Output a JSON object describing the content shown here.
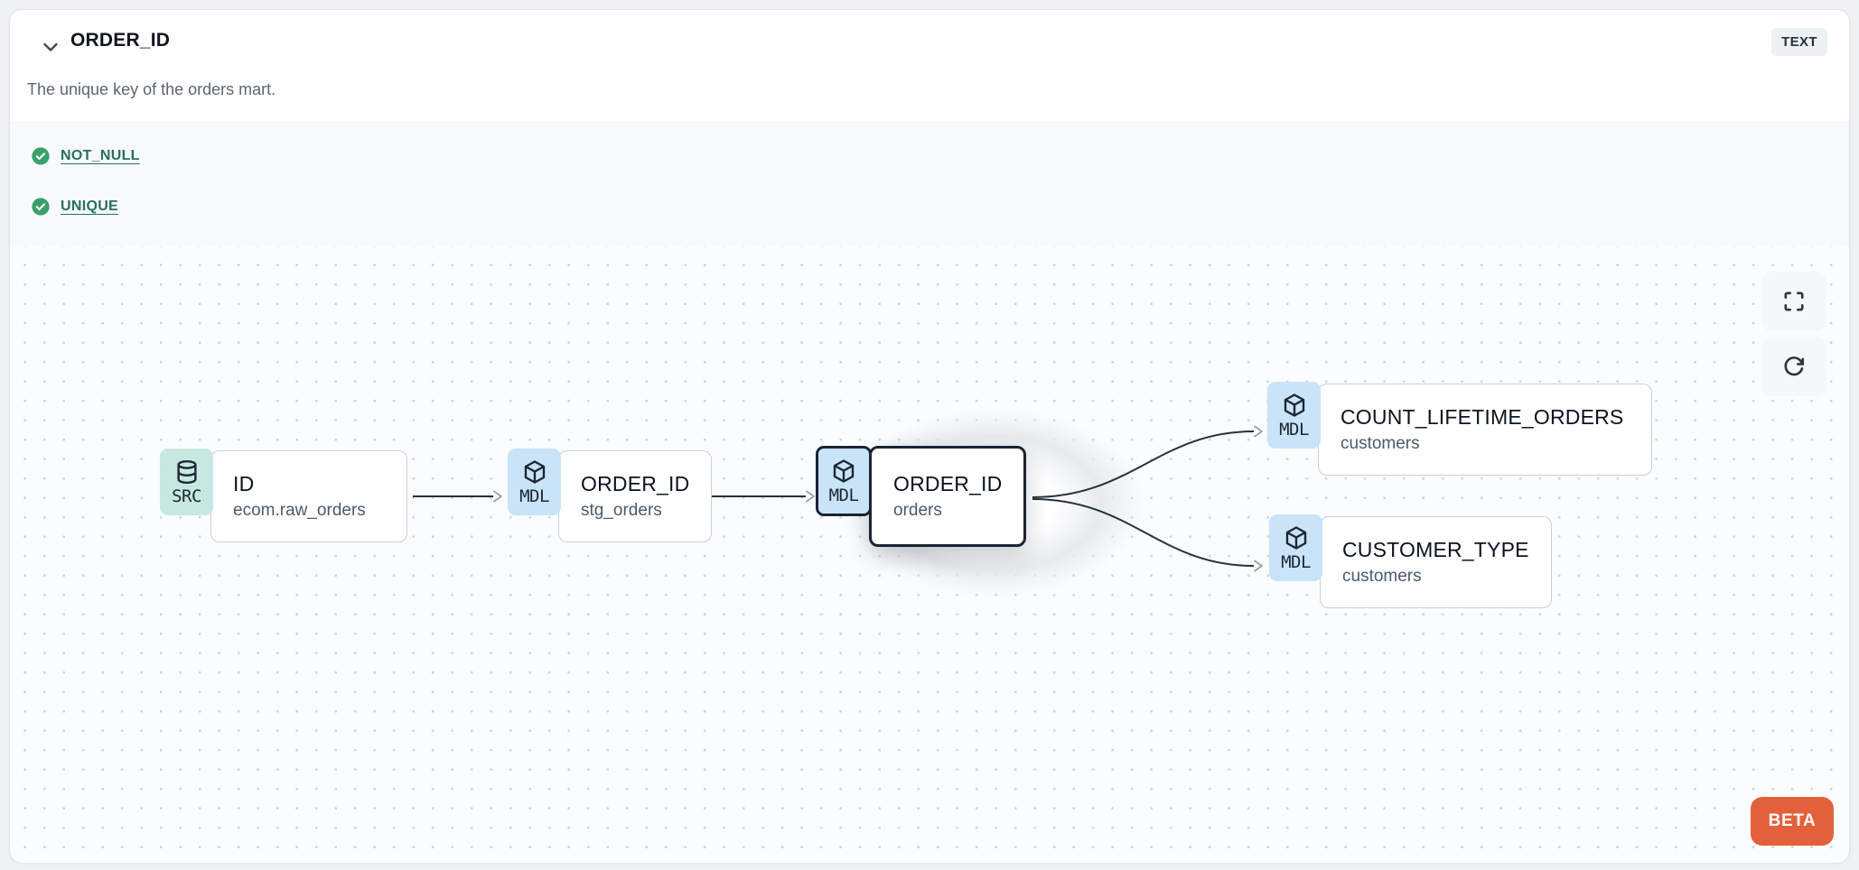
{
  "header": {
    "title": "ORDER_ID",
    "type_badge": "TEXT",
    "description": "The unique key of the orders mart.",
    "collapse_icon": "chevron-down"
  },
  "tests": {
    "items": [
      {
        "icon": "check-circle",
        "status": "pass",
        "label": "NOT_NULL"
      },
      {
        "icon": "check-circle",
        "status": "pass",
        "label": "UNIQUE"
      }
    ]
  },
  "lineage": {
    "nodes": [
      {
        "badge": "SRC",
        "icon": "database",
        "title": "ID",
        "subtitle": "ecom.raw_orders",
        "selected": false
      },
      {
        "badge": "MDL",
        "icon": "cube",
        "title": "ORDER_ID",
        "subtitle": "stg_orders",
        "selected": false
      },
      {
        "badge": "MDL",
        "icon": "cube",
        "title": "ORDER_ID",
        "subtitle": "orders",
        "selected": true
      },
      {
        "badge": "MDL",
        "icon": "cube",
        "title": "COUNT_LIFETIME_ORDERS",
        "subtitle": "customers",
        "selected": false
      },
      {
        "badge": "MDL",
        "icon": "cube",
        "title": "CUSTOMER_TYPE",
        "subtitle": "customers",
        "selected": false
      }
    ],
    "edges": [
      {
        "from": "ID (ecom.raw_orders)",
        "to": "ORDER_ID (stg_orders)"
      },
      {
        "from": "ORDER_ID (stg_orders)",
        "to": "ORDER_ID (orders)"
      },
      {
        "from": "ORDER_ID (orders)",
        "to": "COUNT_LIFETIME_ORDERS (customers)"
      },
      {
        "from": "ORDER_ID (orders)",
        "to": "CUSTOMER_TYPE (customers)"
      }
    ],
    "controls": [
      {
        "icon": "maximize"
      },
      {
        "icon": "refresh"
      }
    ],
    "beta_label": "BETA"
  },
  "colors": {
    "src_badge": "#c6e8e1",
    "mdl_badge": "#c9e4f8",
    "selected_border": "#1a2433",
    "test_pass_green": "#3aa06b",
    "test_link_teal": "#266f62",
    "beta_orange": "#e2613a",
    "type_badge_bg": "#eef1f4",
    "canvas_dot": "#d4d7da"
  }
}
